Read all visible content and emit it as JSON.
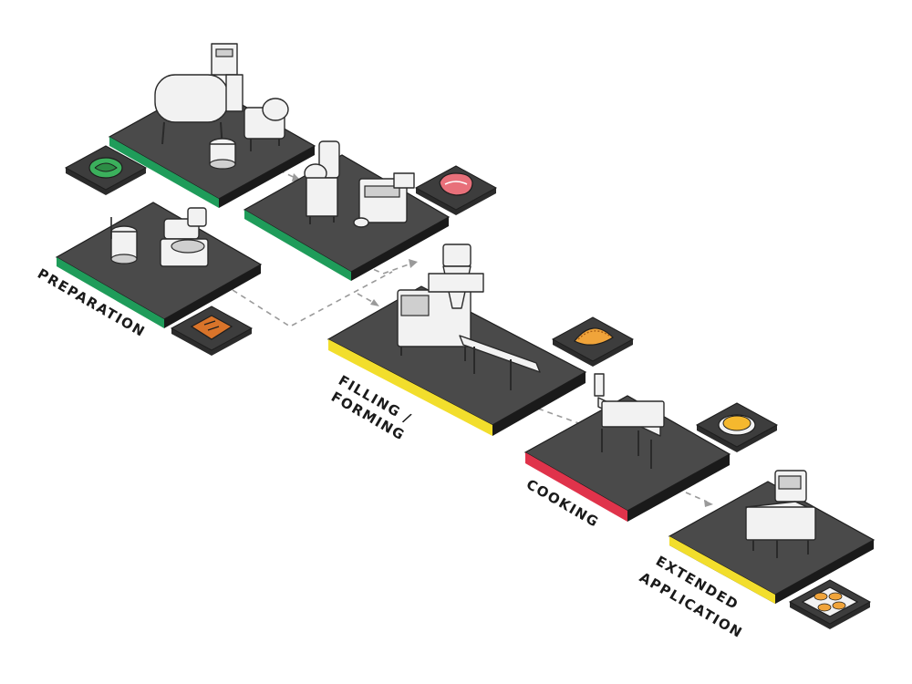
{
  "stages": {
    "preparation": {
      "label": "PREPARATION"
    },
    "filling_forming": {
      "label_line1": "FILLING /",
      "label_line2": "FORMING"
    },
    "cooking": {
      "label": "COOKING"
    },
    "extended_application": {
      "label_line1": "EXTENDED",
      "label_line2": "APPLICATION"
    }
  },
  "colors": {
    "platform_top": "#4a4a4a",
    "platform_side": "#2b2b2b",
    "preparation_accent": "#1f9c5a",
    "filling_accent": "#f2de2c",
    "cooking_accent": "#e0334b",
    "extended_accent": "#f2de2c",
    "flow": "#9a9a9a"
  },
  "icons": [
    "lettuce-icon",
    "meat-icon",
    "flour-sack-icon",
    "empanada-icon",
    "cooked-pot-icon",
    "pastry-tray-icon"
  ]
}
